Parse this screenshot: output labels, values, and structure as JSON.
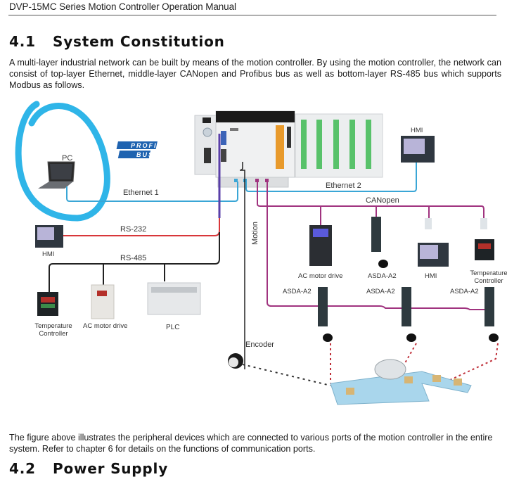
{
  "header": {
    "title": "DVP-15MC Series Motion Controller Operation Manual"
  },
  "section": {
    "number": "4.1",
    "title": "System Constitution"
  },
  "intro_text": "A multi-layer industrial network can be built by means of the motion controller. By using the motion controller, the network can consist of top-layer Ethernet, middle-layer CANopen and Profibus bus as well as bottom-layer RS-485 bus which supports Modbus as follows.",
  "figure": {
    "devices": {
      "pc": "PC",
      "profibus_logo_top": "PROFI",
      "profibus_logo_bottom": "BUS",
      "hmi_ethernet": "HMI",
      "hmi_rs232": "HMI",
      "temp_controller_rs485_line1": "Temperature",
      "temp_controller_rs485_line2": "Controller",
      "ac_drive_rs485": "AC motor drive",
      "plc": "PLC",
      "ac_drive_canopen": "AC motor drive",
      "asda_canopen": "ASDA-A2",
      "hmi_canopen": "HMI",
      "temp_controller_canopen_line1": "Temperature",
      "temp_controller_canopen_line2": "Controller",
      "asda_motion_1": "ASDA-A2",
      "asda_motion_2": "ASDA-A2",
      "asda_motion_3": "ASDA-A2",
      "encoder": "Encoder"
    },
    "connections": {
      "ethernet1": "Ethernet 1",
      "ethernet2": "Ethernet 2",
      "canopen": "CANopen",
      "rs232": "RS-232",
      "rs485": "RS-485",
      "motion": "Motion"
    },
    "colors": {
      "ethernet": "#3aa6d6",
      "canopen": "#a0337f",
      "rs232": "#d8373a",
      "rs485": "#222222",
      "motion_bus": "#5a3fa8",
      "highlight_circle": "#2fb5e8"
    }
  },
  "outro_text": "The figure above illustrates the peripheral devices which are connected to various ports of the motion controller in the entire system. Refer to chapter 6 for details on the functions of communication ports.",
  "next_section": {
    "number": "4.2",
    "title": "Power Supply"
  }
}
